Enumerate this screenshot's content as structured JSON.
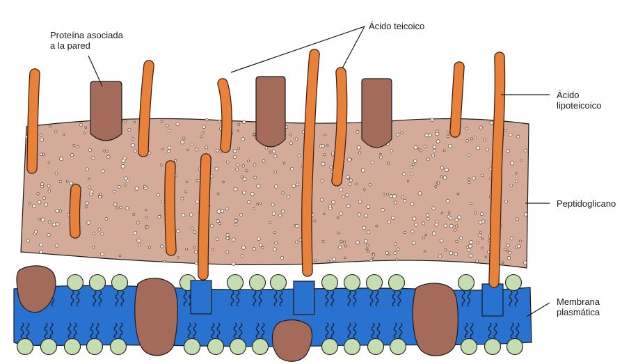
{
  "labels": {
    "wall_protein": "Proteína asociada\na la pared",
    "teichoic_acid": "Ácido teicoico",
    "lipoteichoic_acid": "Ácido\nlipoteicoico",
    "peptidoglycan": "Peptidoglicano",
    "plasma_membrane": "Membrana\nplasmática"
  },
  "colors": {
    "peptidoglycan_fill": "#d4aa98",
    "membrane_fill": "#2a72d0",
    "teichoic_fill": "#e8823a",
    "protein_fill": "#a46a5a",
    "lipid_head_fill": "#c5ddb0",
    "lipid_tail": "#1a2238"
  }
}
